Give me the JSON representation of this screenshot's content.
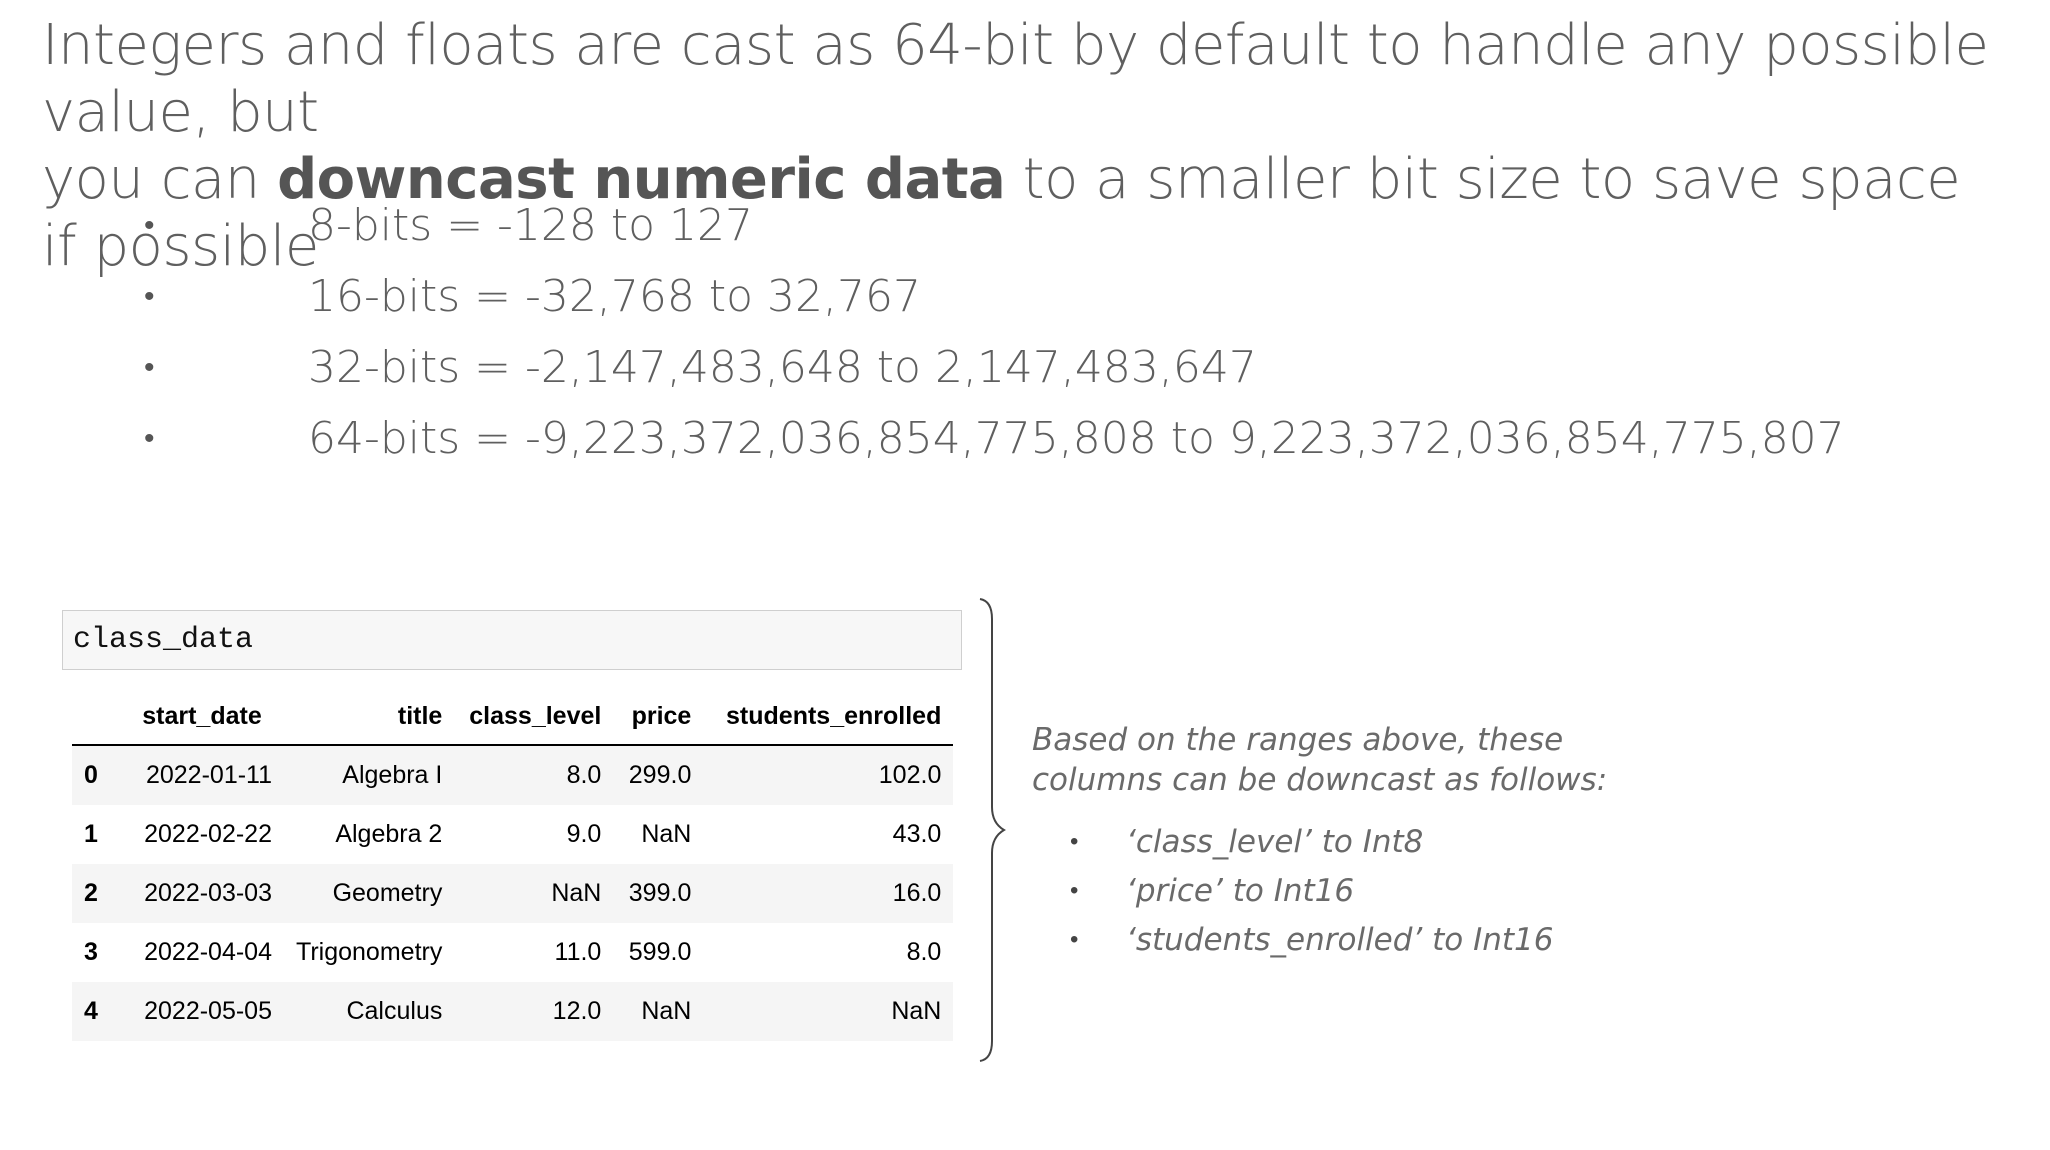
{
  "headline": {
    "line1": "Integers and floats are cast as 64-bit by default to handle any possible value, but",
    "line2_before": "you can ",
    "line2_bold": "downcast numeric data",
    "line2_after": " to a smaller bit size to save space if possible"
  },
  "ranges": [
    {
      "bullet": "•",
      "text": "8-bits = -128 to 127"
    },
    {
      "bullet": "•",
      "text": "16-bits = -32,768 to 32,767"
    },
    {
      "bullet": "•",
      "text": "32-bits = -2,147,483,648 to 2,147,483,647"
    },
    {
      "bullet": "•",
      "text": "64-bits = -9,223,372,036,854,775,808 to 9,223,372,036,854,775,807"
    }
  ],
  "code_cell": {
    "text": "class_data"
  },
  "table": {
    "columns": [
      "",
      "start_date",
      "title",
      "class_level",
      "price",
      "students_enrolled"
    ],
    "rows": [
      {
        "index": "0",
        "start_date": "2022-01-11",
        "title": "Algebra I",
        "class_level": "8.0",
        "price": "299.0",
        "students_enrolled": "102.0"
      },
      {
        "index": "1",
        "start_date": "2022-02-22",
        "title": "Algebra 2",
        "class_level": "9.0",
        "price": "NaN",
        "students_enrolled": "43.0"
      },
      {
        "index": "2",
        "start_date": "2022-03-03",
        "title": "Geometry",
        "class_level": "NaN",
        "price": "399.0",
        "students_enrolled": "16.0"
      },
      {
        "index": "3",
        "start_date": "2022-04-04",
        "title": "Trigonometry",
        "class_level": "11.0",
        "price": "599.0",
        "students_enrolled": "8.0"
      },
      {
        "index": "4",
        "start_date": "2022-05-05",
        "title": "Calculus",
        "class_level": "12.0",
        "price": "NaN",
        "students_enrolled": "NaN"
      }
    ]
  },
  "note": {
    "intro": "Based on the ranges above, these columns can be downcast as follows:",
    "items": [
      {
        "bullet": "•",
        "text": "‘class_level’ to Int8"
      },
      {
        "bullet": "•",
        "text": "‘price’ to Int16"
      },
      {
        "bullet": "•",
        "text": "‘students_enrolled’ to Int16"
      }
    ]
  }
}
